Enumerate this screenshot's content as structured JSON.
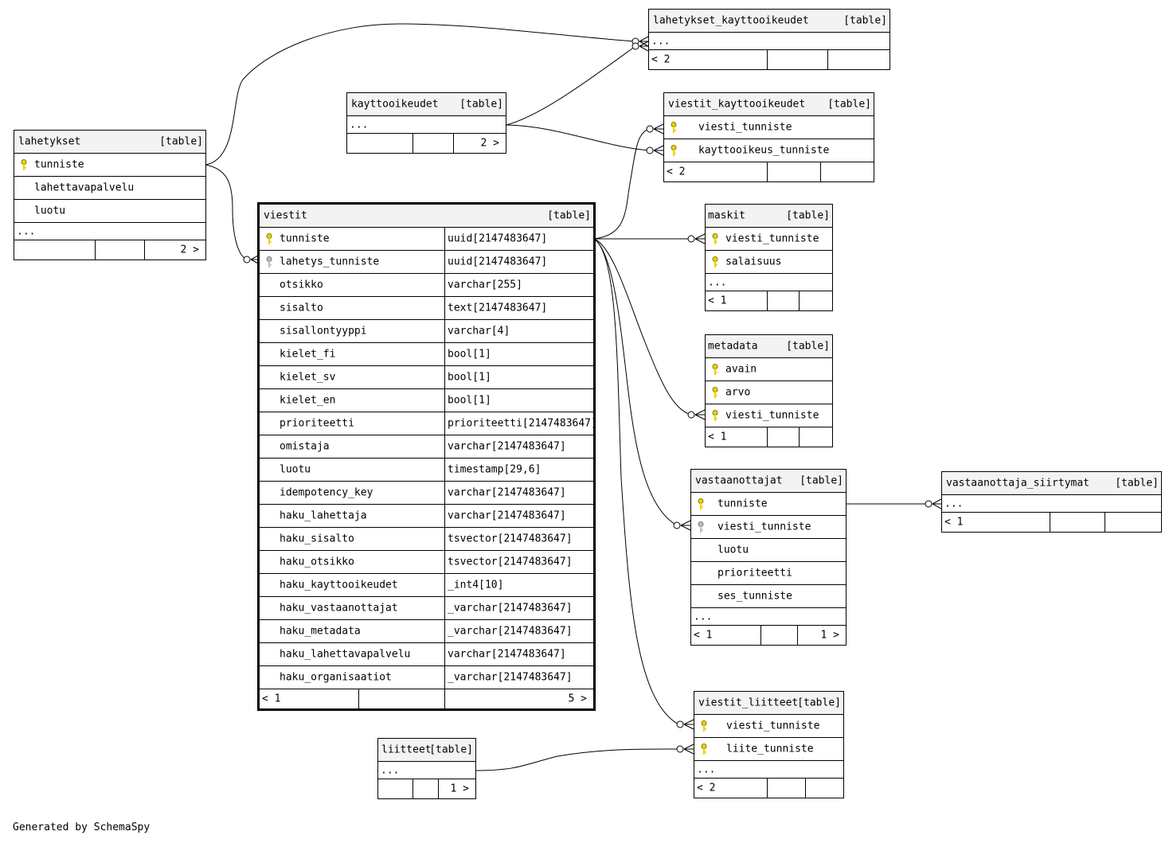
{
  "tag_table": "[table]",
  "ellipsis": "...",
  "footer": "Generated by SchemaSpy",
  "lahetykset": {
    "name": "lahetykset",
    "cols": [
      "tunniste",
      "lahettavapalvelu",
      "luotu"
    ],
    "foot_right": "2 >"
  },
  "kayttooikeudet": {
    "name": "kayttooikeudet",
    "foot_right": "2 >"
  },
  "lahetykset_kayttooikeudet": {
    "name": "lahetykset_kayttooikeudet",
    "foot_left": "< 2"
  },
  "viestit_kayttooikeudet": {
    "name": "viestit_kayttooikeudet",
    "cols": [
      "viesti_tunniste",
      "kayttooikeus_tunniste"
    ],
    "foot_left": "< 2"
  },
  "viestit": {
    "name": "viestit",
    "foot_left": "< 1",
    "foot_right": "5 >",
    "cols": [
      {
        "name": "tunniste",
        "type": "uuid[2147483647]"
      },
      {
        "name": "lahetys_tunniste",
        "type": "uuid[2147483647]"
      },
      {
        "name": "otsikko",
        "type": "varchar[255]"
      },
      {
        "name": "sisalto",
        "type": "text[2147483647]"
      },
      {
        "name": "sisallontyyppi",
        "type": "varchar[4]"
      },
      {
        "name": "kielet_fi",
        "type": "bool[1]"
      },
      {
        "name": "kielet_sv",
        "type": "bool[1]"
      },
      {
        "name": "kielet_en",
        "type": "bool[1]"
      },
      {
        "name": "prioriteetti",
        "type": "prioriteetti[2147483647]"
      },
      {
        "name": "omistaja",
        "type": "varchar[2147483647]"
      },
      {
        "name": "luotu",
        "type": "timestamp[29,6]"
      },
      {
        "name": "idempotency_key",
        "type": "varchar[2147483647]"
      },
      {
        "name": "haku_lahettaja",
        "type": "varchar[2147483647]"
      },
      {
        "name": "haku_sisalto",
        "type": "tsvector[2147483647]"
      },
      {
        "name": "haku_otsikko",
        "type": "tsvector[2147483647]"
      },
      {
        "name": "haku_kayttooikeudet",
        "type": "_int4[10]"
      },
      {
        "name": "haku_vastaanottajat",
        "type": "_varchar[2147483647]"
      },
      {
        "name": "haku_metadata",
        "type": "_varchar[2147483647]"
      },
      {
        "name": "haku_lahettavapalvelu",
        "type": "varchar[2147483647]"
      },
      {
        "name": "haku_organisaatiot",
        "type": "_varchar[2147483647]"
      }
    ]
  },
  "maskit": {
    "name": "maskit",
    "cols": [
      "viesti_tunniste",
      "salaisuus"
    ],
    "foot_left": "< 1"
  },
  "metadata": {
    "name": "metadata",
    "cols": [
      "avain",
      "arvo",
      "viesti_tunniste"
    ],
    "foot_left": "< 1"
  },
  "vastaanottajat": {
    "name": "vastaanottajat",
    "cols": [
      "tunniste",
      "viesti_tunniste",
      "luotu",
      "prioriteetti",
      "ses_tunniste"
    ],
    "foot_left": "< 1",
    "foot_right": "1 >"
  },
  "vastaanottaja_siirtymat": {
    "name": "vastaanottaja_siirtymat",
    "foot_left": "< 1"
  },
  "viestit_liitteet": {
    "name": "viestit_liitteet",
    "cols": [
      "viesti_tunniste",
      "liite_tunniste"
    ],
    "foot_left": "< 2"
  },
  "liitteet": {
    "name": "liitteet",
    "foot_right": "1 >"
  }
}
